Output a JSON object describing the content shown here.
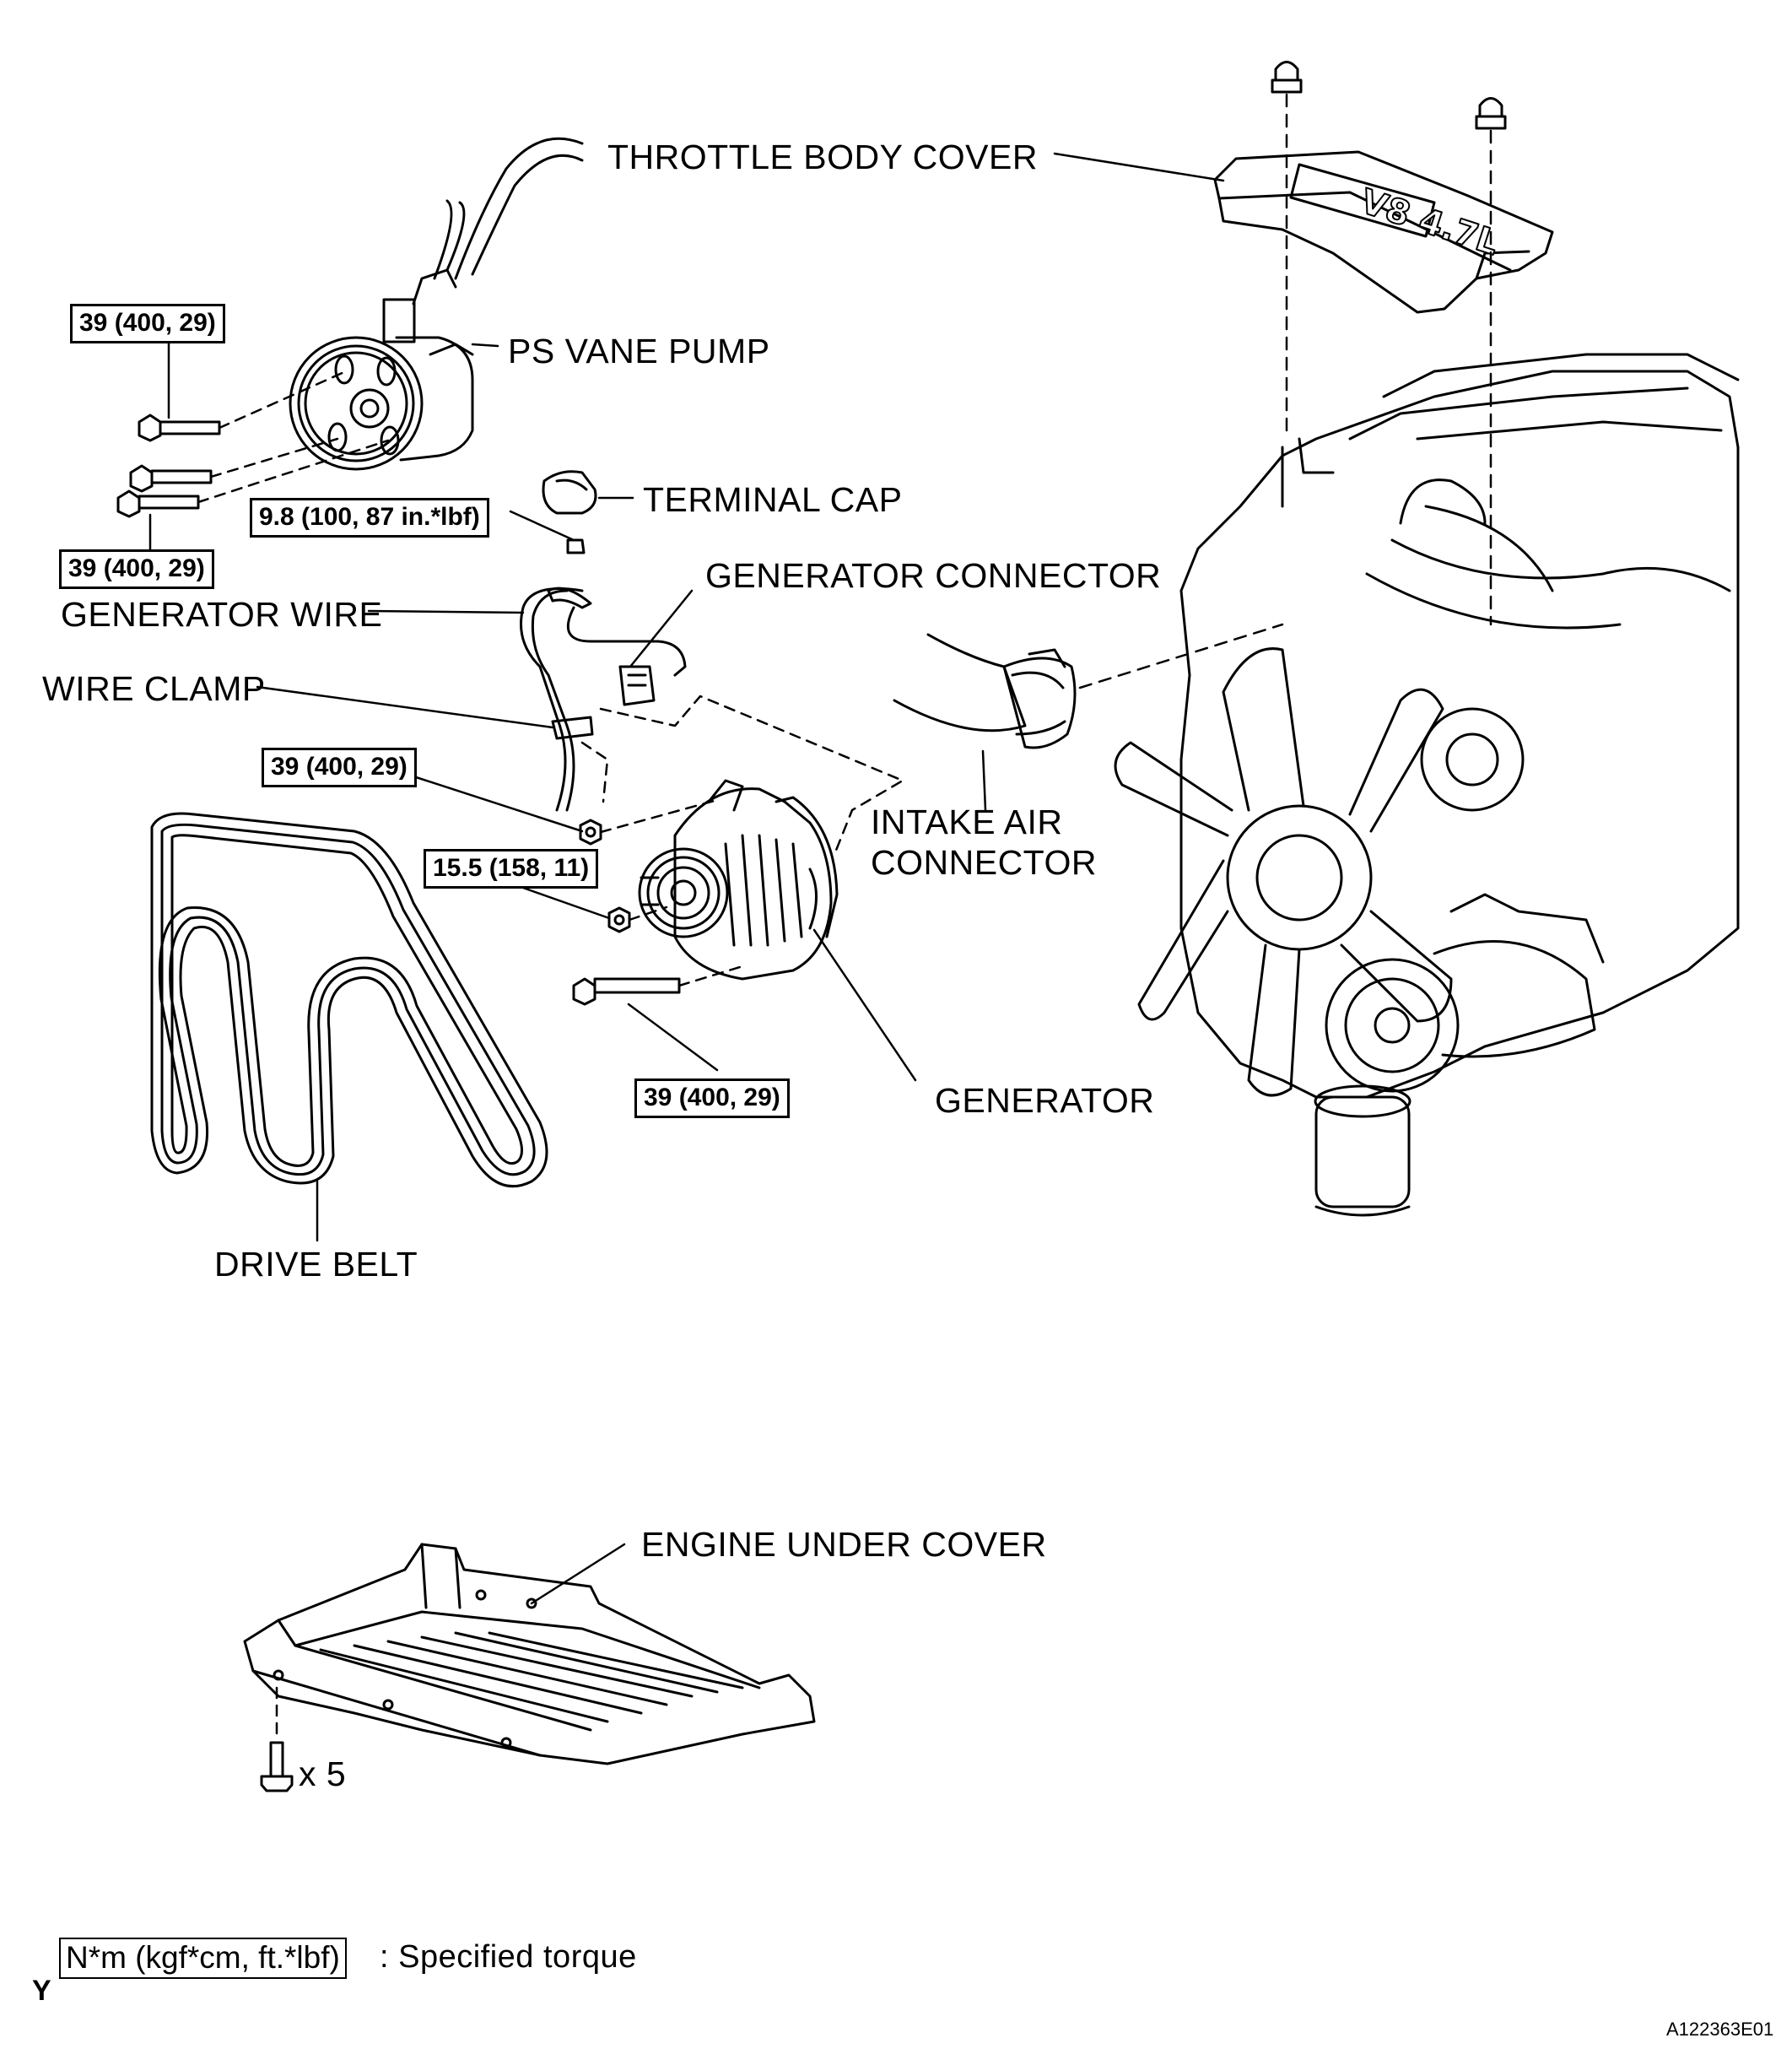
{
  "labels": {
    "throttle_body_cover": "THROTTLE BODY COVER",
    "ps_vane_pump": "PS VANE PUMP",
    "terminal_cap": "TERMINAL CAP",
    "generator_connector": "GENERATOR CONNECTOR",
    "generator_wire": "GENERATOR WIRE",
    "wire_clamp": "WIRE CLAMP",
    "intake_air_connector_1": "INTAKE AIR",
    "intake_air_connector_2": "CONNECTOR",
    "generator": "GENERATOR",
    "drive_belt": "DRIVE BELT",
    "engine_under_cover": "ENGINE UNDER COVER",
    "bolt_count": "x 5"
  },
  "torques": {
    "pump_bolt_top": "39 (400, 29)",
    "pump_bolts_lower": "39 (400, 29)",
    "terminal_nut": "9.8 (100, 87 in.*lbf)",
    "generator_nut_upper": "39 (400, 29)",
    "generator_nut_pulley": "15.5 (158, 11)",
    "generator_bolt_lower": "39 (400, 29)"
  },
  "cover_text": "V8 4.7L",
  "legend": {
    "box": "N*m (kgf*cm, ft.*lbf)",
    "text": ": Specified torque"
  },
  "corner_letter": "Y",
  "figure_id": "A122363E01"
}
